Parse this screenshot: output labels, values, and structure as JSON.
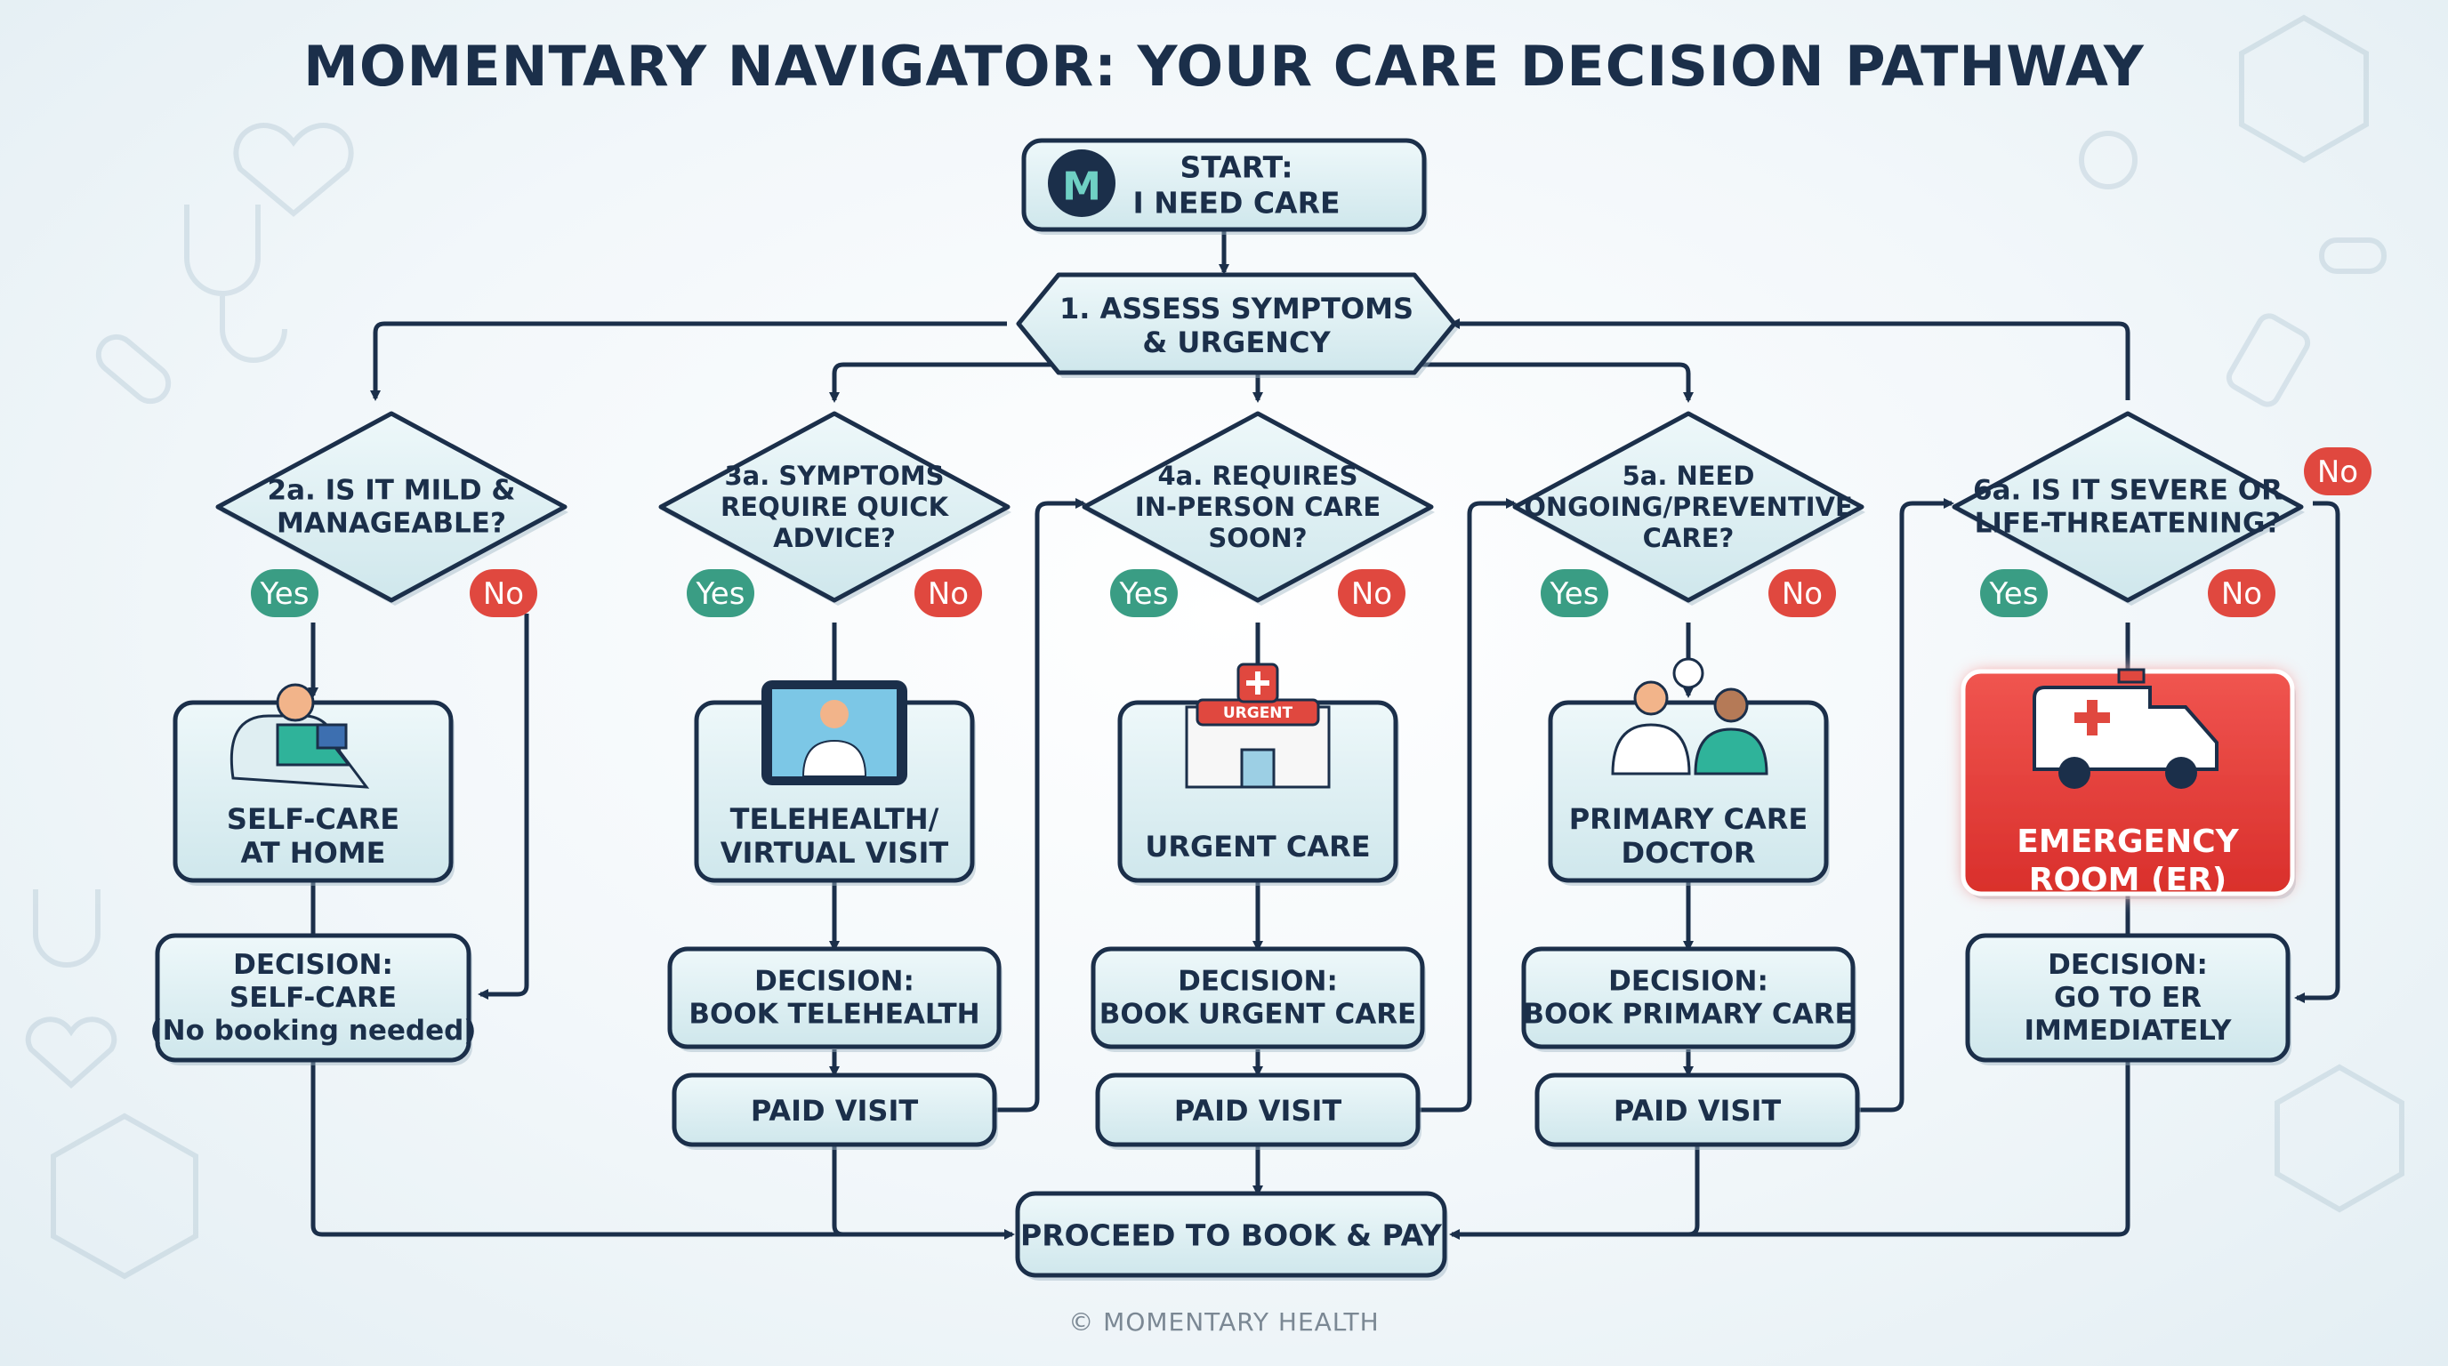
{
  "title": "MOMENTARY NAVIGATOR: YOUR CARE DECISION PATHWAY",
  "footer": "© MOMENTARY HEALTH",
  "logo_letter": "M",
  "colors": {
    "navy": "#1b2f4a",
    "box_fill": "#dff0f3",
    "yes": "#3a9d84",
    "no": "#e0483f",
    "er": "#e23a36"
  },
  "start": {
    "line1": "START:",
    "line2": "I NEED CARE"
  },
  "assess": {
    "line1": "1. ASSESS SYMPTOMS",
    "line2": "& URGENCY"
  },
  "yes_label": "Yes",
  "no_label": "No",
  "columns": [
    {
      "question": [
        "2a. IS IT MILD &",
        "MANAGEABLE?"
      ],
      "care": [
        "SELF-CARE",
        "AT HOME"
      ],
      "decision": [
        "DECISION:",
        "SELF-CARE",
        "(No booking needed)"
      ],
      "icon": "person-reading-icon"
    },
    {
      "question": [
        "3a. SYMPTOMS",
        "REQUIRE QUICK",
        "ADVICE?"
      ],
      "care": [
        "TELEHEALTH/",
        "VIRTUAL VISIT"
      ],
      "decision": [
        "DECISION:",
        "BOOK TELEHEALTH"
      ],
      "paid": "PAID VISIT",
      "icon": "tablet-doctor-icon"
    },
    {
      "question": [
        "4a. REQUIRES",
        "IN-PERSON CARE",
        "SOON?"
      ],
      "care": [
        "URGENT CARE"
      ],
      "decision": [
        "DECISION:",
        "BOOK URGENT CARE"
      ],
      "paid": "PAID VISIT",
      "icon": "urgent-care-building-icon",
      "sign": "URGENT"
    },
    {
      "question": [
        "5a. NEED",
        "ONGOING/PREVENTIVE",
        "CARE?"
      ],
      "care": [
        "PRIMARY CARE",
        "DOCTOR"
      ],
      "decision": [
        "DECISION:",
        "BOOK PRIMARY CARE"
      ],
      "paid": "PAID VISIT",
      "icon": "doctor-patient-icon"
    },
    {
      "question": [
        "6a. IS IT SEVERE OR",
        "LIFE-THREATENING?"
      ],
      "care": [
        "EMERGENCY",
        "ROOM (ER)"
      ],
      "decision": [
        "DECISION:",
        "GO TO ER",
        "IMMEDIATELY"
      ],
      "icon": "ambulance-icon"
    }
  ],
  "proceed": "PROCEED TO BOOK & PAY"
}
